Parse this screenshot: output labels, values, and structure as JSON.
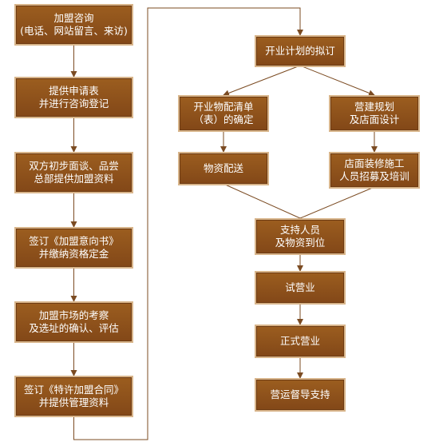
{
  "diagram": {
    "colors": {
      "box": "#8c501b",
      "box_border": "#6e3b12",
      "box_glow": "#d8b58b",
      "text": "#ffffff",
      "line": "#7b4b22"
    },
    "left_column": [
      {
        "id": "consult",
        "lines": [
          "加盟咨询",
          "(电话、网站留言、来访)"
        ]
      },
      {
        "id": "apply",
        "lines": [
          "提供申请表",
          "并进行咨询登记"
        ]
      },
      {
        "id": "interview",
        "lines": [
          "双方初步面谈、品尝",
          "总部提供加盟资料"
        ]
      },
      {
        "id": "intent",
        "lines": [
          "签订《加盟意向书》",
          "并缴纳资格定金"
        ]
      },
      {
        "id": "survey",
        "lines": [
          "加盟市场的考察",
          "及选址的确认、评估"
        ]
      },
      {
        "id": "contract",
        "lines": [
          "签订《特许加盟合同》",
          "并提供管理资料"
        ]
      }
    ],
    "right_column": [
      {
        "id": "plan",
        "lines": [
          "开业计划的拟订"
        ]
      },
      {
        "id": "materials-list",
        "lines": [
          "开业物配清单",
          "（表）的确定"
        ]
      },
      {
        "id": "store-design",
        "lines": [
          "营建规划",
          "及店面设计"
        ]
      },
      {
        "id": "delivery",
        "lines": [
          "物资配送"
        ]
      },
      {
        "id": "decoration",
        "lines": [
          "店面装修施工",
          "人员招募及培训"
        ]
      },
      {
        "id": "support",
        "lines": [
          "支持人员",
          "及物资到位"
        ]
      },
      {
        "id": "trial",
        "lines": [
          "试营业"
        ]
      },
      {
        "id": "formal",
        "lines": [
          "正式营业"
        ]
      },
      {
        "id": "supervision",
        "lines": [
          "营运督导支持"
        ]
      }
    ]
  }
}
